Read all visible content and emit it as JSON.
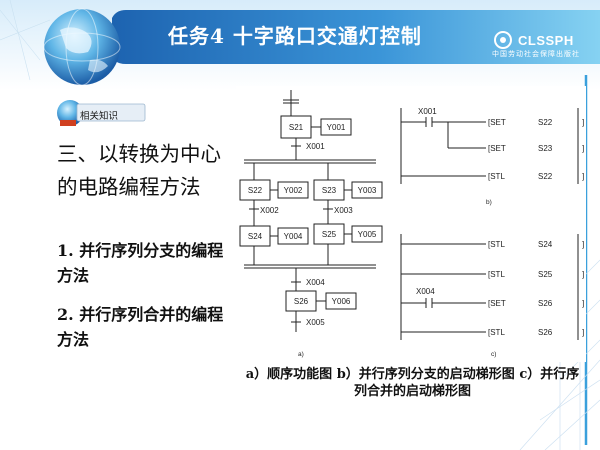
{
  "header": {
    "title": "任务4  十字路口交通灯控制",
    "publisher_logo": "CLSSPH",
    "publisher_name": "中国劳动社会保障出版社"
  },
  "badge": {
    "label": "相关知识"
  },
  "content": {
    "heading": "三、以转换为中心的电路编程方法",
    "items": [
      "1. 并行序列分支的编程方法",
      "2. 并行序列合并的编程方法"
    ]
  },
  "diagram": {
    "sfc": {
      "steps": [
        "S21",
        "S22",
        "S23",
        "S24",
        "S25",
        "S26"
      ],
      "outputs": [
        "Y001",
        "Y002",
        "Y003",
        "Y004",
        "Y005",
        "Y006"
      ],
      "transitions": [
        "X001",
        "X002",
        "X003",
        "X004",
        "X005"
      ],
      "label": "a)"
    },
    "ladder_b": {
      "contact": "X001",
      "rungs": [
        {
          "instr": "[SET",
          "arg": "S22",
          "close": "]"
        },
        {
          "instr": "[SET",
          "arg": "S23",
          "close": "]"
        },
        {
          "instr": "[STL",
          "arg": "S22",
          "close": "]"
        }
      ],
      "label": "b)"
    },
    "ladder_c": {
      "contact": "X004",
      "rungs": [
        {
          "instr": "[STL",
          "arg": "S24",
          "close": "]"
        },
        {
          "instr": "[STL",
          "arg": "S25",
          "close": "]"
        },
        {
          "instr": "[SET",
          "arg": "S26",
          "close": "]"
        },
        {
          "instr": "[STL",
          "arg": "S26",
          "close": "]"
        }
      ],
      "label": "c)"
    }
  },
  "caption": "a）顺序功能图 b）并行序列分支的启动梯形图 c）并行序列合并的启动梯形图",
  "colors": {
    "header_start": "#1f6fb8",
    "header_end": "#6fc7ee",
    "text": "#111111"
  }
}
